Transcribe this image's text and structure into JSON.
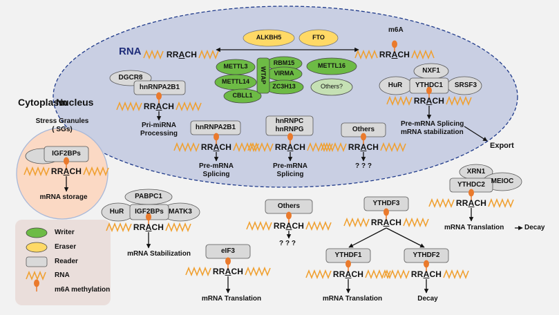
{
  "regions": {
    "cytoplasm": "Cytoplasm",
    "nucleus": "Nucleus",
    "rna": "RNA",
    "export": "Export"
  },
  "motif": {
    "pre": "RR",
    "a": "A",
    "post": "CH"
  },
  "sg": {
    "title_line1": "Stress Granules",
    "title_line2": "( SGs)",
    "reader": "IGF2BPs",
    "outcome": "mRNA storage"
  },
  "writers": {
    "mettl3": "METTL3",
    "mettl14": "METTL14",
    "wtap": "WTAP",
    "rbm15": "RBM15",
    "virma": "VIRMA",
    "zc3h13": "ZC3H13",
    "cbll1": "CBLL1",
    "mettl16": "METTL16",
    "others": "Others?"
  },
  "erasers": {
    "alkbh5": "ALKBH5",
    "fto": "FTO"
  },
  "m6a_label": "m6A",
  "pri": {
    "reader1": "DGCR8",
    "reader2": "hnRNPA2B1",
    "outcome_line1": "Pri-miRNA",
    "outcome_line2": "Processing"
  },
  "nuclear_readers": {
    "hnrnpa2b1": {
      "label": "hnRNPA2B1",
      "outcome_line1": "Pre-mRNA",
      "outcome_line2": "Splicing"
    },
    "hnrnpc": {
      "label_line1": "hnRNPC",
      "label_line2": "hnRNPG",
      "outcome_line1": "Pre-mRNA",
      "outcome_line2": "Splicing"
    },
    "others": {
      "label": "Others",
      "outcome": "? ? ?"
    }
  },
  "ythdc1": {
    "nxf1": "NXF1",
    "hur": "HuR",
    "ythdc1": "YTHDC1",
    "srsf3": "SRSF3",
    "outcome_line1": "Pre-mRNA Splicing",
    "outcome_line2": "mRNA  stabilization"
  },
  "stab": {
    "pabpc1": "PABPC1",
    "hur": "HuR",
    "igf2bps": "IGF2BPs",
    "matk3": "MATK3",
    "outcome": "mRNA Stabilization"
  },
  "eif3": {
    "label": "eIF3",
    "outcome": "mRNA Translation"
  },
  "cyto_others": {
    "label": "Others",
    "outcome": "? ? ?"
  },
  "ythdf": {
    "ythdf3": "YTHDF3",
    "ythdf1": "YTHDF1",
    "ythdf2": "YTHDF2",
    "outcome1": "mRNA Translation",
    "outcome2": "Decay"
  },
  "ythdc2": {
    "xrn1": "XRN1",
    "meioc": "MEIOC",
    "ythdc2": "YTHDC2",
    "outcome1": "mRNA Translation",
    "outcome2": "Decay"
  },
  "legend": {
    "writer": "Writer",
    "eraser": "Eraser",
    "reader": "Reader",
    "rna": "RNA",
    "methylation": "m6A methylation"
  },
  "colors": {
    "writer": "#6dbb45",
    "eraser": "#ffd966",
    "reader": "#d9d9d9",
    "rna": "#f0a030",
    "methyl": "#ea7a2c",
    "nucleus": "#c9cfe3",
    "sg": "#fbd9c4",
    "legend_bg": "#eadedb",
    "rna_title": "#1f2d7a"
  }
}
